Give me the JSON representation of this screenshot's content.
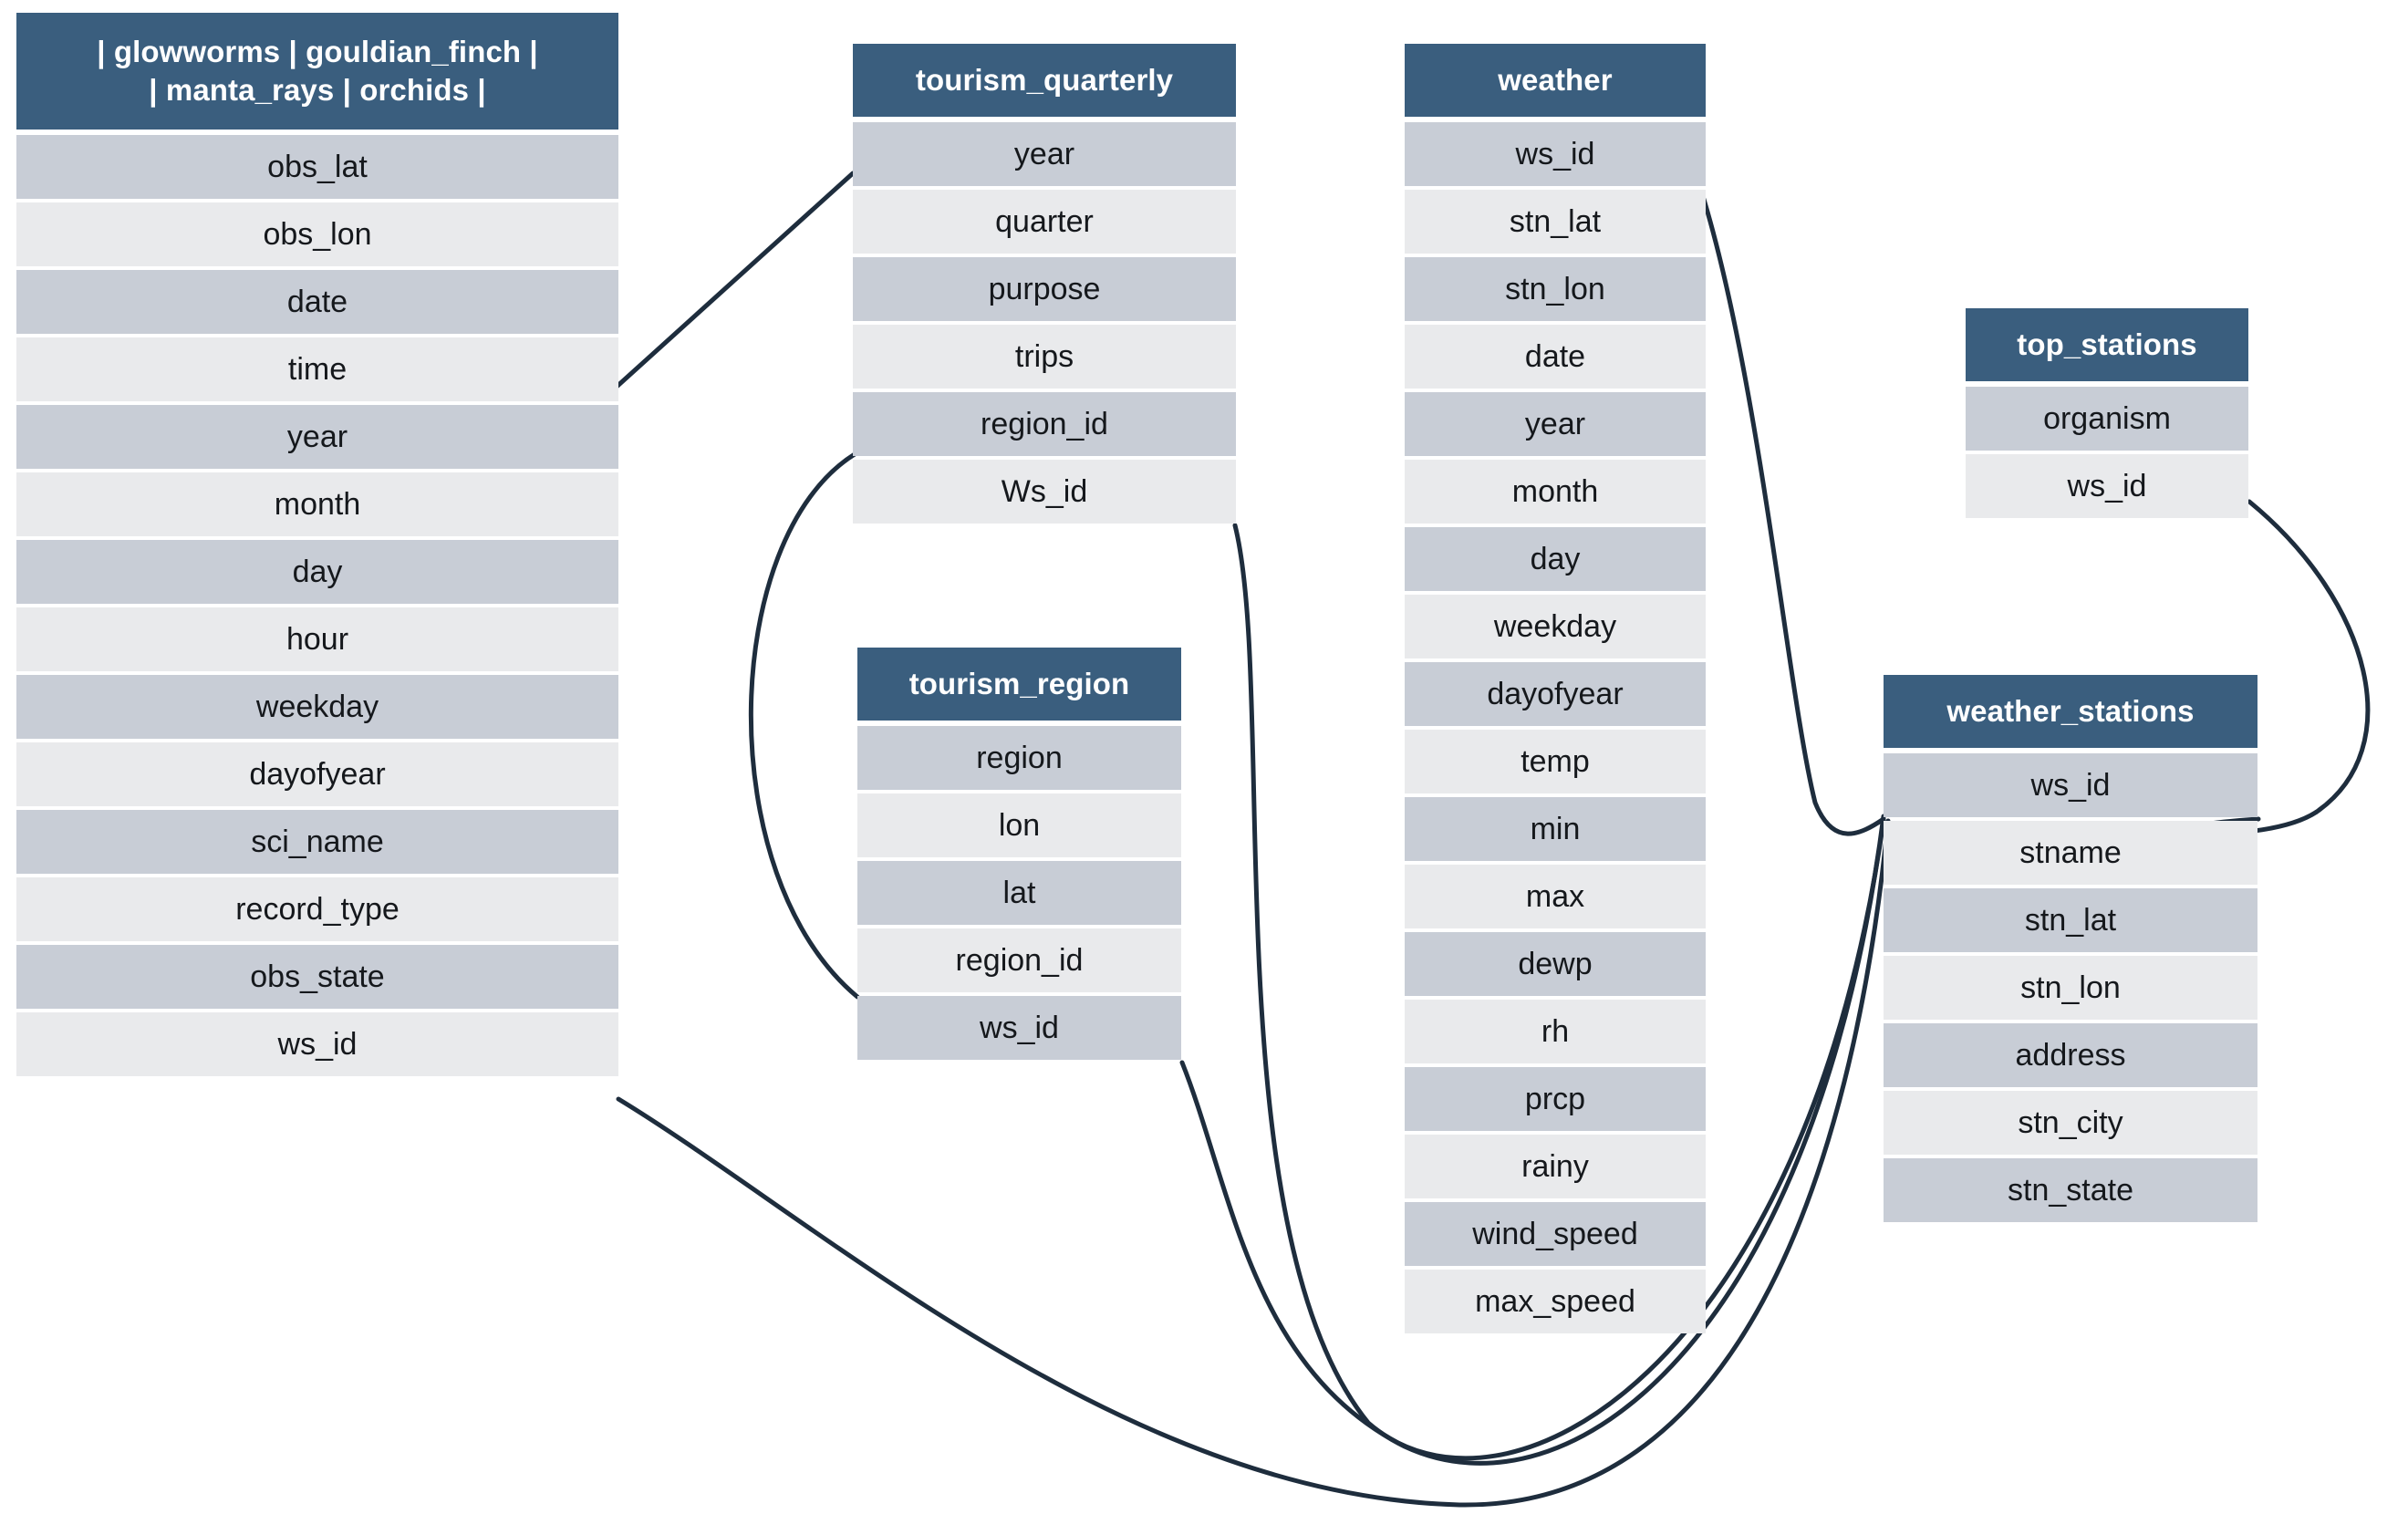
{
  "diagram": {
    "title": "database schema entity-relationship diagram",
    "colors": {
      "header_fill": "#3a5e7e",
      "header_text": "#ffffff",
      "row_odd": "#c8cdd6",
      "row_even": "#e9eaec",
      "field_text": "#15181c",
      "link_stroke": "#1e2d3d",
      "background": "#ffffff"
    },
    "link_stroke_width": 5
  },
  "entities": [
    {
      "id": "observations",
      "title": "| glowworms | gouldian_finch | | manta_rays | orchids |",
      "title_lines": [
        "| glowworms | gouldian_finch |",
        "| manta_rays | orchids |"
      ],
      "fields": [
        "obs_lat",
        "obs_lon",
        "date",
        "time",
        "year",
        "month",
        "day",
        "hour",
        "weekday",
        "dayofyear",
        "sci_name",
        "record_type",
        "obs_state",
        "ws_id"
      ]
    },
    {
      "id": "tourism_quarterly",
      "title": "tourism_quarterly",
      "title_lines": [
        "tourism_quarterly"
      ],
      "fields": [
        "year",
        "quarter",
        "purpose",
        "trips",
        "region_id",
        "Ws_id"
      ]
    },
    {
      "id": "tourism_region",
      "title": "tourism_region",
      "title_lines": [
        "tourism_region"
      ],
      "fields": [
        "region",
        "lon",
        "lat",
        "region_id",
        "ws_id"
      ]
    },
    {
      "id": "weather",
      "title": "weather",
      "title_lines": [
        "weather"
      ],
      "fields": [
        "ws_id",
        "stn_lat",
        "stn_lon",
        "date",
        "year",
        "month",
        "day",
        "weekday",
        "dayofyear",
        "temp",
        "min",
        "max",
        "dewp",
        "rh",
        "prcp",
        "rainy",
        "wind_speed",
        "max_speed"
      ]
    },
    {
      "id": "top_stations",
      "title": "top_stations",
      "title_lines": [
        "top_stations"
      ],
      "fields": [
        "organism",
        "ws_id"
      ]
    },
    {
      "id": "weather_stations",
      "title": "weather_stations",
      "title_lines": [
        "weather_stations"
      ],
      "fields": [
        "ws_id",
        "stname",
        "stn_lat",
        "stn_lon",
        "address",
        "stn_city",
        "stn_state"
      ]
    }
  ],
  "relationships": [
    {
      "from": "observations.time",
      "to": "tourism_quarterly.year"
    },
    {
      "from": "tourism_quarterly.region_id",
      "to": "tourism_region.region_id"
    },
    {
      "from": "tourism_quarterly.Ws_id",
      "to": "weather_stations.ws_id"
    },
    {
      "from": "tourism_region.ws_id",
      "to": "weather_stations.ws_id"
    },
    {
      "from": "observations.ws_id",
      "to": "weather_stations.ws_id"
    },
    {
      "from": "weather.ws_id",
      "to": "weather_stations.ws_id"
    },
    {
      "from": "top_stations.ws_id",
      "to": "weather_stations.ws_id"
    }
  ]
}
